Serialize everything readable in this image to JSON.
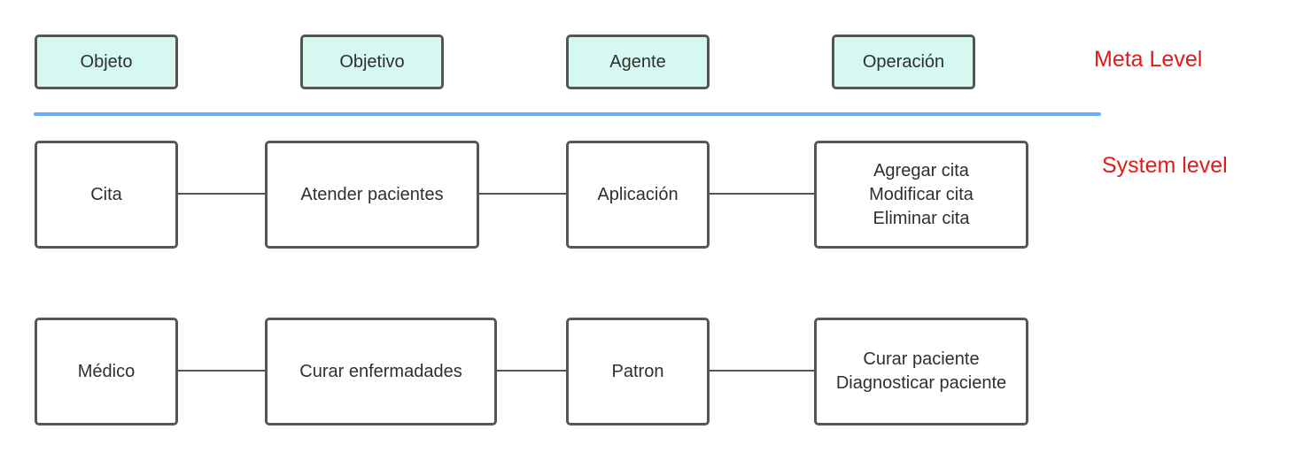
{
  "meta_level": {
    "label": "Meta Level",
    "items": [
      {
        "text": "Objeto"
      },
      {
        "text": "Objetivo"
      },
      {
        "text": "Agente"
      },
      {
        "text": "Operación"
      }
    ]
  },
  "system_level": {
    "label": "System level",
    "rows": [
      {
        "object": "Cita",
        "goal": "Atender pacientes",
        "agent": "Aplicación",
        "operations": [
          "Agregar cita",
          "Modificar cita",
          "Eliminar cita"
        ]
      },
      {
        "object": "Médico",
        "goal": "Curar enfermadades",
        "agent": "Patron",
        "operations": [
          "Curar paciente",
          "Diagnosticar paciente"
        ]
      }
    ]
  },
  "colors": {
    "meta_fill": "#d5f8f0",
    "box_border": "#555555",
    "divider": "#6aaef5",
    "level_label": "#e01b1b"
  }
}
